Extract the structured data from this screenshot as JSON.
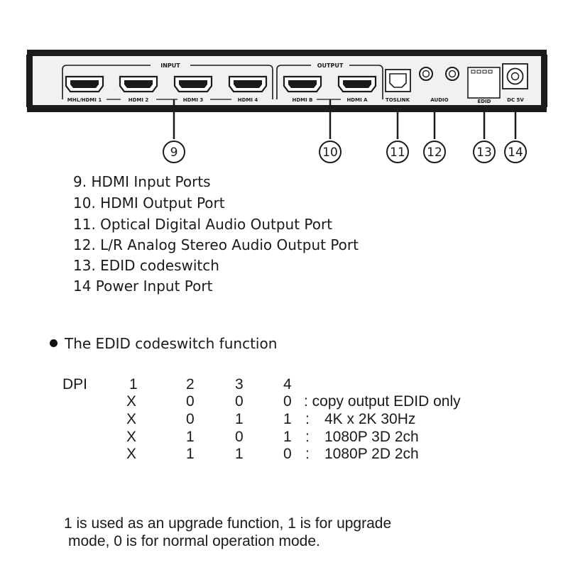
{
  "panel": {
    "group_input": "INPUT",
    "group_output": "OUTPUT",
    "port_labels": [
      "MHL/HDMI 1",
      "HDMI 2",
      "HDMI 3",
      "HDMI 4",
      "HDMI B",
      "HDMI A",
      "TOSLINK",
      "AUDIO",
      "EDID",
      "DC 5V"
    ],
    "callout_numbers": [
      "9",
      "10",
      "11",
      "12",
      "13",
      "14"
    ]
  },
  "legend": [
    "9.  HDMI Input Ports",
    "10. HDMI Output Port",
    "11. Optical Digital Audio Output Port",
    "12. L/R Analog Stereo Audio Output Port",
    "13. EDID codeswitch",
    "14  Power Input Port"
  ],
  "edid_section": {
    "title": "The EDID codeswitch function",
    "header": [
      "DPI",
      "1",
      "2",
      "3",
      "4"
    ],
    "rows": [
      [
        "X",
        "0",
        "0",
        "0",
        ": copy output EDID only"
      ],
      [
        "X",
        "0",
        "1",
        "1",
        ":",
        "4K  x  2K  30Hz"
      ],
      [
        "X",
        "1",
        "0",
        "1",
        ":",
        "1080P  3D  2ch"
      ],
      [
        "X",
        "1",
        "1",
        "0",
        ":",
        "1080P  2D  2ch"
      ]
    ]
  },
  "note": [
    "1 is used as an upgrade function, 1 is for upgrade",
    "mode, 0 is for normal operation mode."
  ]
}
